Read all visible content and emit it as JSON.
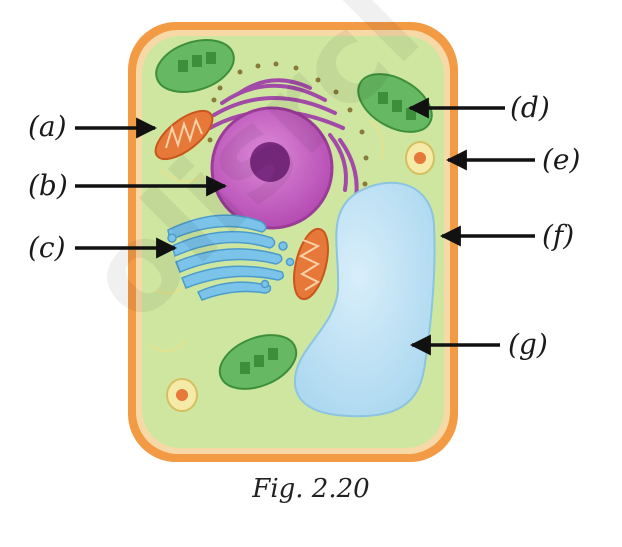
{
  "figure": {
    "caption": "Fig. 2.20",
    "watermark": "olisrcl",
    "labels": {
      "a": "(a)",
      "b": "(b)",
      "c": "(c)",
      "d": "(d)",
      "e": "(e)",
      "f": "(f)",
      "g": "(g)"
    }
  },
  "colors": {
    "cell_wall": "#f39a45",
    "cytoplasm": "#cfe6a0",
    "nucleus": "#c25bc0",
    "nucleolus": "#7a2a80",
    "golgi": "#7cc3ea",
    "chloroplast": "#67b862",
    "mitochondria": "#e6783a",
    "vacuole": "#b9def2"
  }
}
